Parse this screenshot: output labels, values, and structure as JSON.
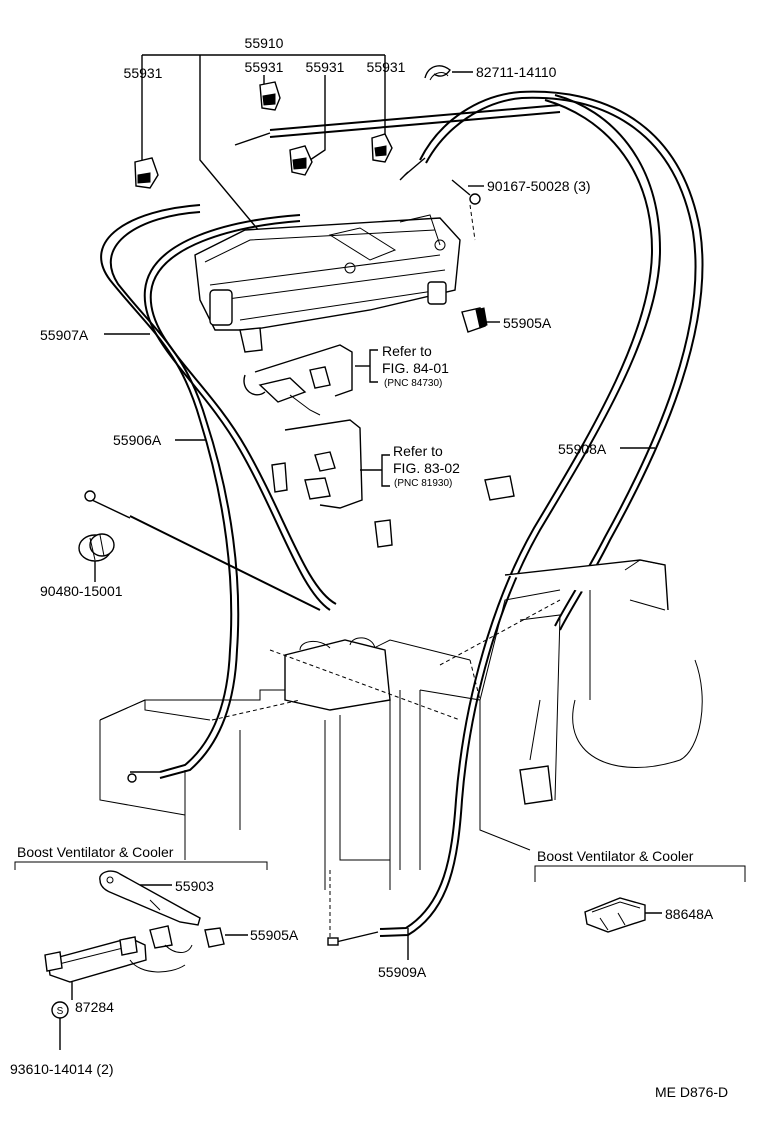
{
  "labels": {
    "p55910": "55910",
    "p55931_a": "55931",
    "p55931_b": "55931",
    "p55931_c": "55931",
    "p55931_d": "55931",
    "p82711": "82711-14110",
    "p90167": "90167-50028 (3)",
    "p55905a_top": "55905A",
    "p55907a": "55907A",
    "p55906a": "55906A",
    "p55908a": "55908A",
    "p90480": "90480-15001",
    "p55903": "55903",
    "p55905a_bottom": "55905A",
    "p87284": "87284",
    "p93610": "93610-14014 (2)",
    "p55909a": "55909A",
    "p88648a": "88648A"
  },
  "references": [
    {
      "line1": "Refer to",
      "line2": "FIG. 84-01",
      "pnc": "(PNC 84730)"
    },
    {
      "line1": "Refer to",
      "line2": "FIG. 83-02",
      "pnc": "(PNC 81930)"
    }
  ],
  "sections": {
    "left_title": "Boost Ventilator & Cooler",
    "right_title": "Boost Ventilator & Cooler"
  },
  "screw_symbol": "S",
  "footer_code": "ME  D876-D"
}
